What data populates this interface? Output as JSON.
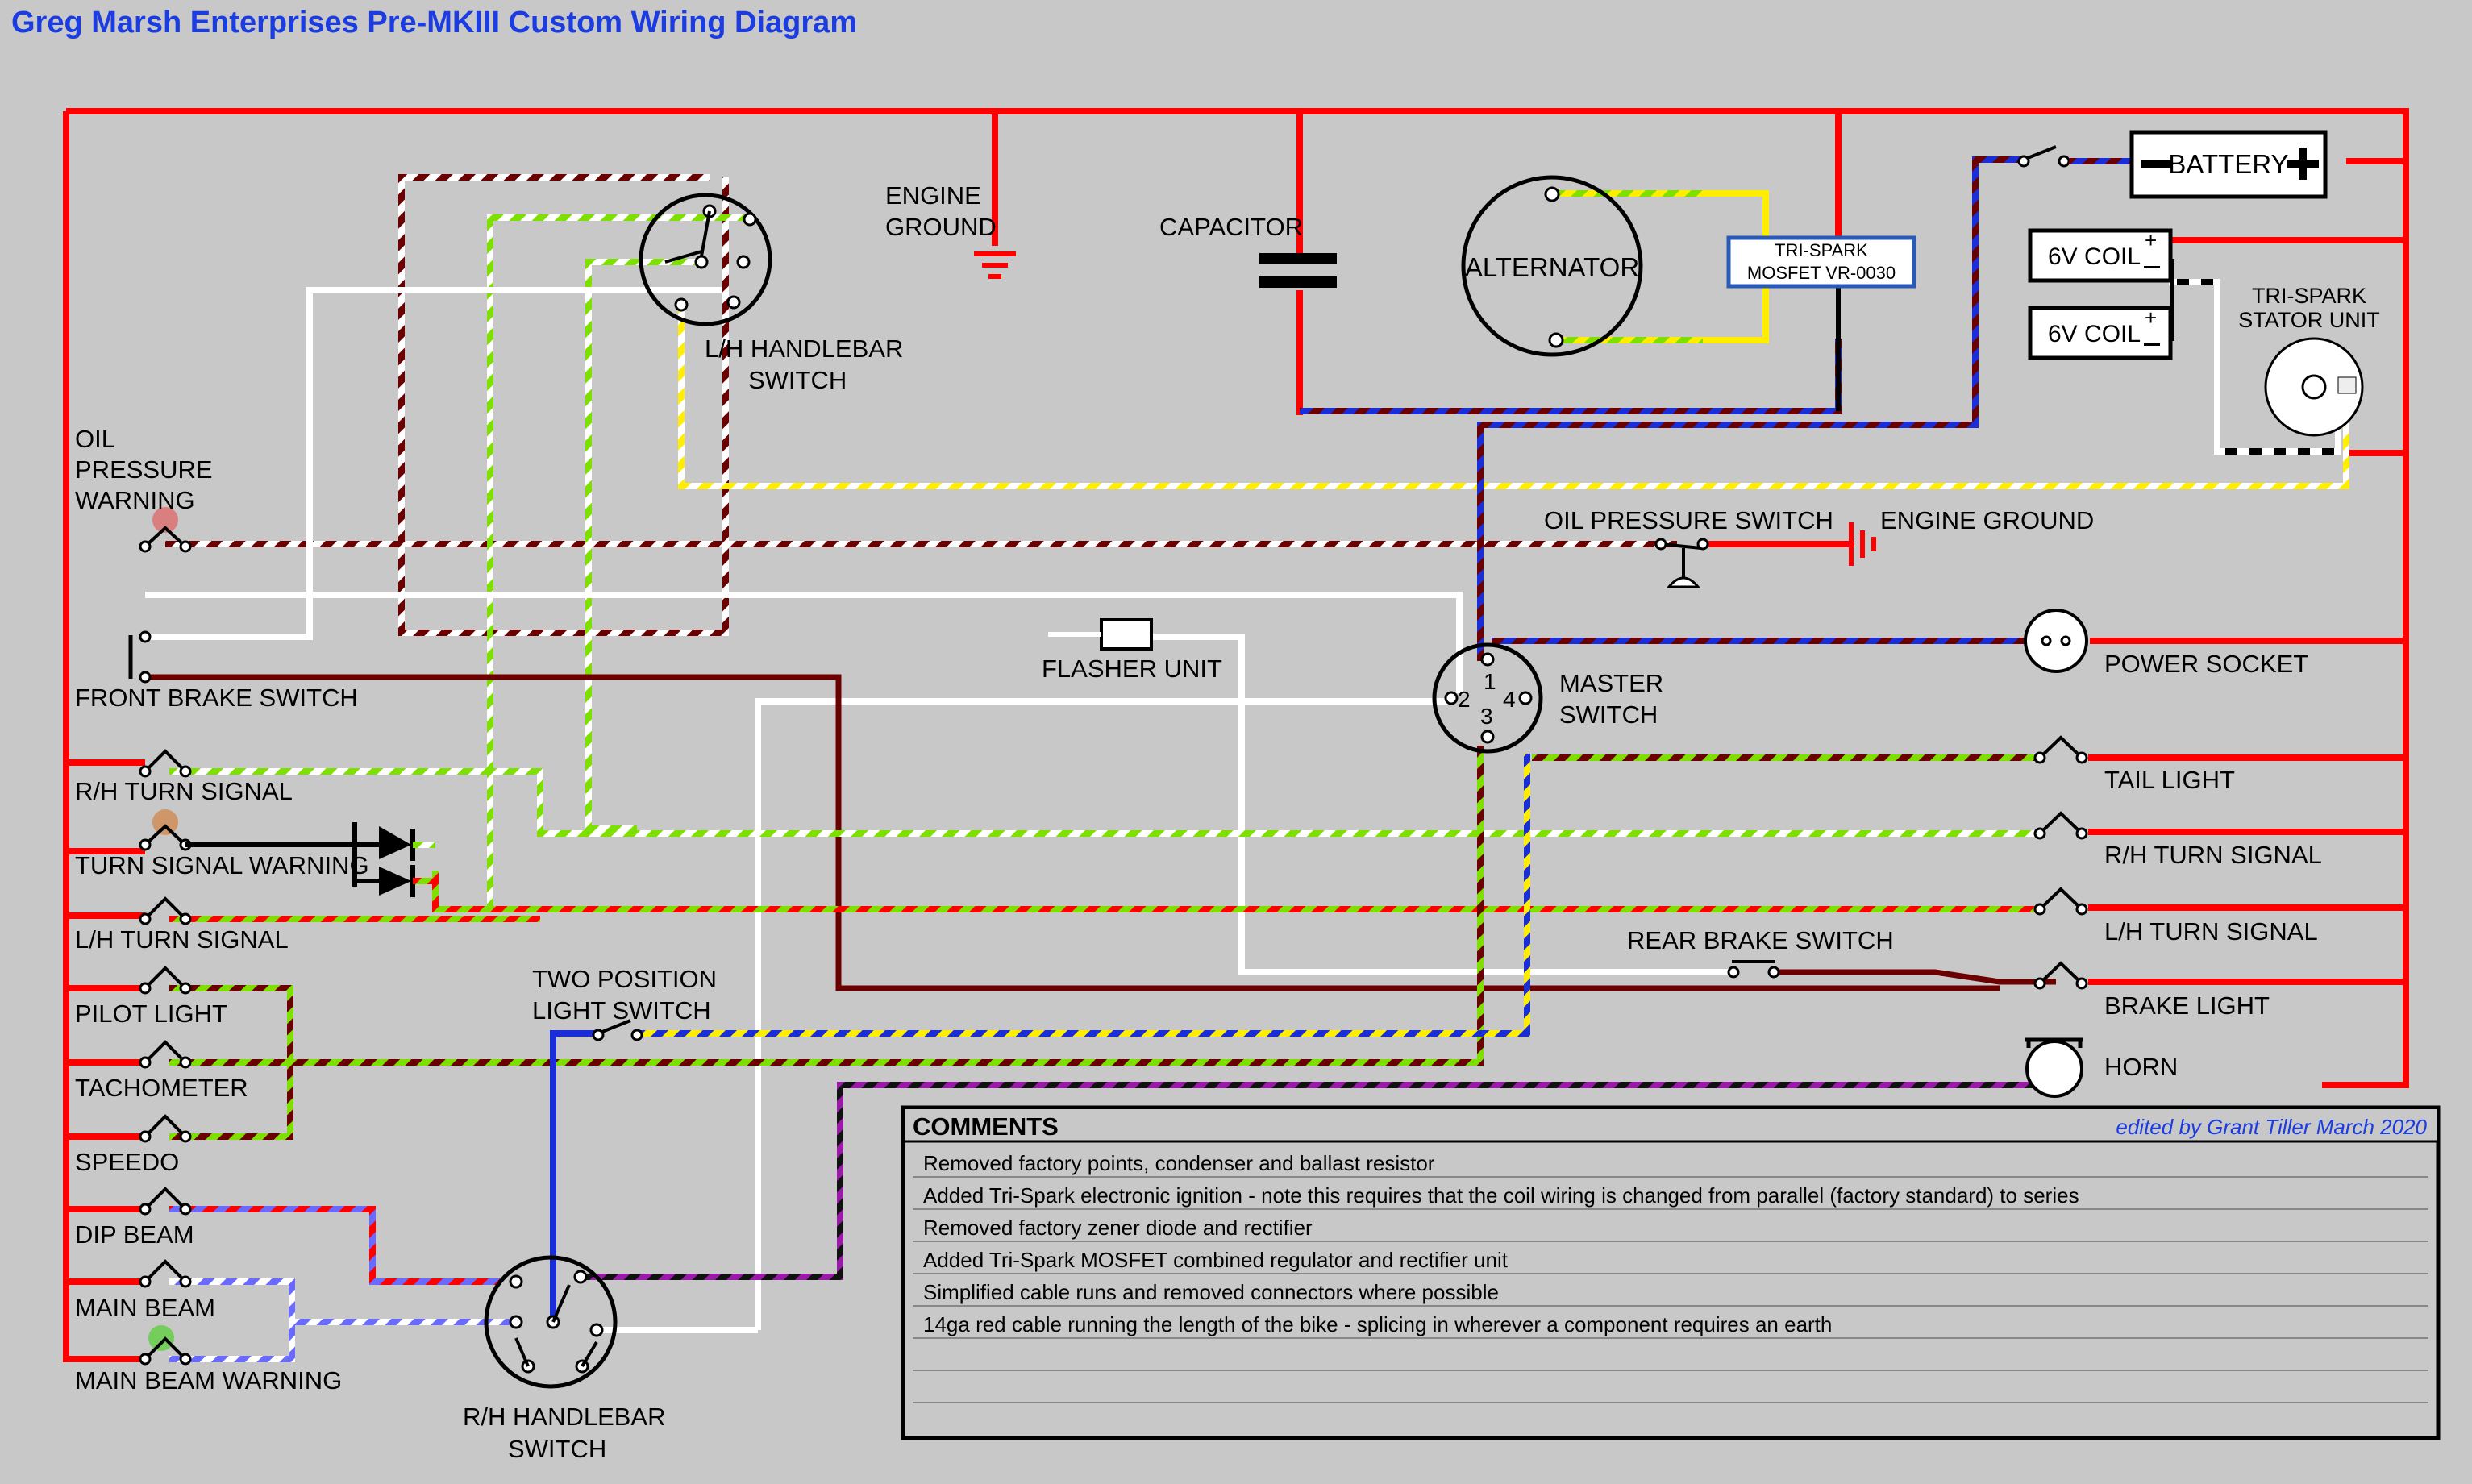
{
  "title": "Greg Marsh Enterprises Pre-MKIII Custom Wiring Diagram",
  "colors": {
    "background": "#c8c8c8",
    "title": "#1a3ce0",
    "red": "#ff0000",
    "maroon": "#6b0000",
    "blue": "#1a2ed8",
    "green": "#7de000",
    "yellow": "#ffee00",
    "purple": "#9a1aa8",
    "white": "#ffffff",
    "black": "#000000"
  },
  "labels": {
    "engine_ground_1": "ENGINE",
    "engine_ground_2": "GROUND",
    "capacitor": "CAPACITOR",
    "alternator": "ALTERNATOR",
    "trispark_mosfet_1": "TRI-SPARK",
    "trispark_mosfet_2": "MOSFET VR-0030",
    "battery": "BATTERY",
    "coil_1": "6V COIL",
    "coil_2": "6V COIL",
    "stator_1": "TRI-SPARK",
    "stator_2": "STATOR UNIT",
    "lh_switch_1": "L/H HANDLEBAR",
    "lh_switch_2": "SWITCH",
    "oil_warning_1": "OIL",
    "oil_warning_2": "PRESSURE",
    "oil_warning_3": "WARNING",
    "front_brake": "FRONT BRAKE SWITCH",
    "rh_turn_left": "R/H TURN SIGNAL",
    "turn_warning": "TURN SIGNAL WARNING",
    "lh_turn_left": "L/H TURN SIGNAL",
    "pilot": "PILOT LIGHT",
    "tacho": "TACHOMETER",
    "speedo": "SPEEDO",
    "dip": "DIP BEAM",
    "main_beam": "MAIN BEAM",
    "main_beam_warning": "MAIN BEAM WARNING",
    "two_pos_1": "TWO POSITION",
    "two_pos_2": "LIGHT SWITCH",
    "rh_switch_1": "R/H HANDLEBAR",
    "rh_switch_2": "SWITCH",
    "oil_switch": "OIL PRESSURE SWITCH",
    "engine_ground_3": "ENGINE GROUND",
    "flasher": "FLASHER UNIT",
    "master_1": "MASTER",
    "master_2": "SWITCH",
    "pin_1": "1",
    "pin_2": "2",
    "pin_3": "3",
    "pin_4": "4",
    "power_socket": "POWER SOCKET",
    "tail_light": "TAIL LIGHT",
    "rh_turn_right": "R/H TURN SIGNAL",
    "lh_turn_right": "L/H TURN SIGNAL",
    "rear_brake": "REAR BRAKE SWITCH",
    "brake_light": "BRAKE LIGHT",
    "horn": "HORN"
  },
  "comments": {
    "header": "COMMENTS",
    "credit": "edited by Grant Tiller March 2020",
    "lines": [
      "Removed factory points, condenser and ballast resistor",
      "Added Tri-Spark electronic ignition - note this requires that the coil wiring is changed from parallel (factory standard) to series",
      "Removed factory zener diode and rectifier",
      "Added Tri-Spark MOSFET  combined regulator and rectifier unit",
      "Simplified cable runs and removed connectors where possible",
      "14ga red cable running the length of the bike - splicing in wherever a component requires an earth"
    ]
  }
}
